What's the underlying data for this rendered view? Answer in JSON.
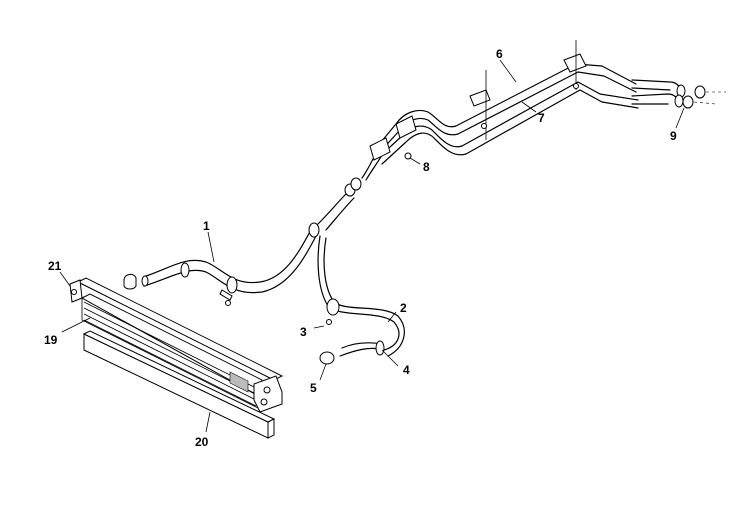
{
  "diagram": {
    "callouts": [
      {
        "id": "c1",
        "label": "1"
      },
      {
        "id": "c2",
        "label": "2"
      },
      {
        "id": "c3",
        "label": "3"
      },
      {
        "id": "c4",
        "label": "4"
      },
      {
        "id": "c5",
        "label": "5"
      },
      {
        "id": "c6",
        "label": "6"
      },
      {
        "id": "c7",
        "label": "7"
      },
      {
        "id": "c8",
        "label": "8"
      },
      {
        "id": "c9",
        "label": "9"
      },
      {
        "id": "c19",
        "label": "19"
      },
      {
        "id": "c20",
        "label": "20"
      },
      {
        "id": "c21",
        "label": "21"
      }
    ]
  },
  "colors": {
    "line": "#000000",
    "background": "#ffffff",
    "shade": "#bbbbbb"
  }
}
